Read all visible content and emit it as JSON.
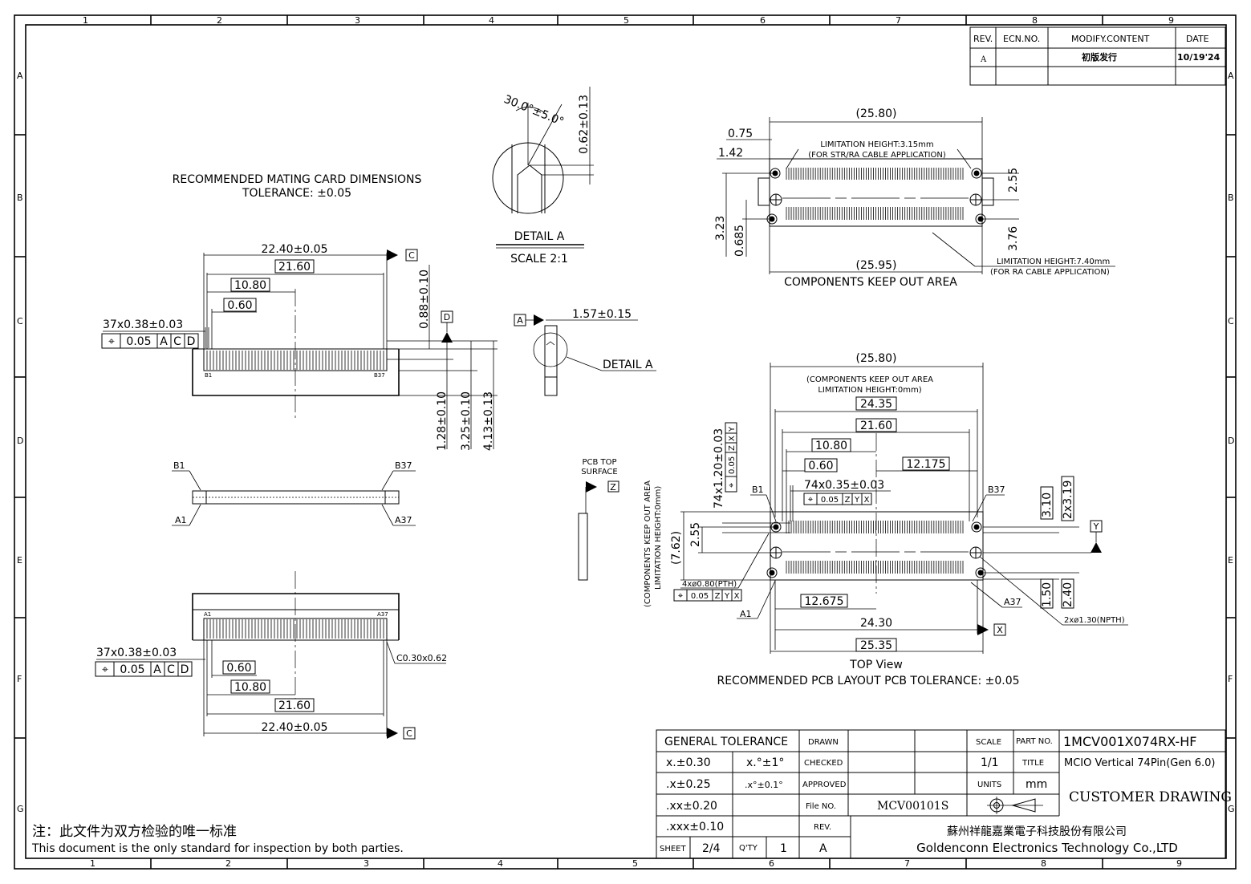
{
  "frame": {
    "column_numbers": [
      "1",
      "2",
      "3",
      "4",
      "5",
      "6",
      "7",
      "8",
      "9"
    ],
    "row_letters": [
      "A",
      "B",
      "C",
      "D",
      "E",
      "F",
      "G"
    ]
  },
  "revision_table": {
    "headers": [
      "REV.",
      "ECN.NO.",
      "MODIFY.CONTENT",
      "DATE"
    ],
    "rows": [
      [
        "A",
        "",
        "初版发行",
        "10/19'24"
      ]
    ]
  },
  "mating_card": {
    "title": "RECOMMENDED MATING CARD DIMENSIONS",
    "tolerance": "TOLERANCE: ±0.05",
    "top_width": "22.40±0.05",
    "inner_width": "21.60",
    "half_width": "10.80",
    "pad_offset": "0.60",
    "pitch_label": "37x0.38±0.03",
    "fcf_symbol": "⌖",
    "fcf_value": "0.05",
    "fcf_refs": [
      "A",
      "C",
      "D"
    ],
    "datum_c": "C",
    "datum_d": "D",
    "pin_b1": "B1",
    "pin_b37": "B37",
    "dim_088": "0.88±0.10",
    "dim_128": "1.28±0.10",
    "dim_325": "3.25±0.10",
    "dim_413": "4.13±0.13",
    "side_b1": "B1",
    "side_b37": "B37",
    "side_a1": "A1",
    "side_a37": "A37",
    "bottom_pin_a1": "A1",
    "bottom_pin_a37": "A37",
    "bottom_pitch_label": "37x0.38±0.03",
    "bottom_fcf_value": "0.05",
    "chamfer": "C0.30x0.62",
    "bottom_offset": "0.60",
    "bottom_half_width": "10.80",
    "bottom_inner_width": "21.60",
    "bottom_width": "22.40±0.05",
    "bottom_datum_c": "C"
  },
  "detail_a": {
    "angle": "30.0°±5.0°",
    "dim_062": "0.62±0.13",
    "label": "DETAIL A",
    "scale": "SCALE 2:1",
    "datum_a": "A",
    "thickness": "1.57±0.15",
    "callout": "DETAIL A",
    "pcb_top_1": "PCB TOP",
    "pcb_top_2": "SURFACE",
    "datum_z": "Z"
  },
  "keepout_view": {
    "width_top": "(25.80)",
    "dim_075": "0.75",
    "dim_142": "1.42",
    "limit_top_1": "LIMITATION HEIGHT:3.15mm",
    "limit_top_2": "(FOR STR/RA CABLE APPLICATION)",
    "dim_255": "2.55",
    "dim_323": "3.23",
    "dim_0685": "0.685",
    "dim_376": "3.76",
    "width_bottom": "(25.95)",
    "area_label": "COMPONENTS KEEP OUT AREA",
    "limit_bottom_1": "LIMITATION HEIGHT:7.40mm",
    "limit_bottom_2": "(FOR RA CABLE APPLICATION)"
  },
  "pcb_layout": {
    "width_top": "(25.80)",
    "keep_1": "(COMPONENTS KEEP OUT AREA",
    "keep_2": "LIMITATION HEIGHT:0mm)",
    "dim_2435": "24.35",
    "dim_2160": "21.60",
    "dim_1080": "10.80",
    "dim_060": "0.60",
    "dim_12175": "12.175",
    "pad_label": "74x1.20±0.03",
    "pad_fcf": "0.05",
    "pad_refs": [
      "Z",
      "X",
      "Y"
    ],
    "pitch_label": "74x0.35±0.03",
    "pitch_fcf": "0.05",
    "pitch_refs": [
      "Z",
      "Y",
      "X"
    ],
    "pin_b1": "B1",
    "pin_b37": "B37",
    "side_keep_1": "(COMPONENTS KEEP OUT AREA",
    "side_keep_2": "LIMITATION HEIGHT:0mm)",
    "dim_762": "(7.62)",
    "dim_255": "2.55",
    "dim_310": "3.10",
    "dim_2x319": "2x3.19",
    "datum_y": "Y",
    "pth_label": "4xø0.80(PTH)",
    "pth_fcf": "0.05",
    "pth_refs": [
      "Z",
      "Y",
      "X"
    ],
    "pin_a1": "A1",
    "pin_a37": "A37",
    "dim_12675": "12.675",
    "dim_150": "1.50",
    "dim_240": "2.40",
    "npth_label": "2xø1.30(NPTH)",
    "dim_2430": "24.30",
    "datum_x": "X",
    "dim_2535": "25.35",
    "view_label": "TOP View",
    "caption": "RECOMMENDED PCB LAYOUT PCB TOLERANCE: ±0.05"
  },
  "title_block": {
    "general_tolerance": "GENERAL TOLERANCE",
    "tol_x": "x.±0.30",
    "tol_angle_x": "x.°±1°",
    "tol_xx": ".x±0.25",
    "tol_angle_xx": ".x°±0.1°",
    "tol_xxx": ".xx±0.20",
    "tol_xxxx": ".xxx±0.10",
    "drawn": "DRAWN",
    "checked": "CHECKED",
    "approved": "APPROVED",
    "file_no_label": "File NO.",
    "file_no": "MCV00101S",
    "rev_label": "REV.",
    "rev": "A",
    "sheet_label": "SHEET",
    "sheet": "2/4",
    "qty_label": "Q'TY",
    "qty": "1",
    "scale_label": "SCALE",
    "scale": "1/1",
    "units_label": "UNITS",
    "units": "mm",
    "part_no_label": "PART NO.",
    "part_no": "1MCV001X074RX-HF",
    "title_label": "TITLE",
    "title": "MCIO Vertical 74Pin(Gen 6.0)",
    "drawing_type": "CUSTOMER DRAWING",
    "company_cn": "蘇州祥龍嘉業電子科技股份有限公司",
    "company_en": "Goldenconn Electronics Technology Co.,LTD"
  },
  "notes": {
    "cn": "注：此文件为双方检验的唯一标准",
    "en": "This document is the only standard for inspection by both parties."
  }
}
